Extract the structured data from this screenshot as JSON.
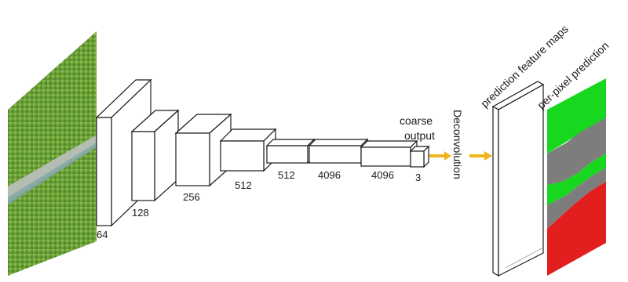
{
  "layers": [
    {
      "label": "64"
    },
    {
      "label": "128"
    },
    {
      "label": "256"
    },
    {
      "label": "512"
    },
    {
      "label": "512"
    },
    {
      "label": "4096"
    },
    {
      "label": "4096"
    },
    {
      "label": "3"
    }
  ],
  "coarse_output": {
    "line1": "coarse",
    "line2": "output"
  },
  "deconvolution_label": "Deconvolution",
  "prediction_feature_maps_label": "prediction feature maps",
  "per_pixel_prediction_label": "per-pixel prediction",
  "colors": {
    "arrow": "#f2b21c",
    "segment_vegetation": "#17d81f",
    "segment_road": "#7d7d7d",
    "segment_other": "#e31e1e",
    "input_grass": "#6fa23a",
    "input_road": "#a9b3ab"
  }
}
